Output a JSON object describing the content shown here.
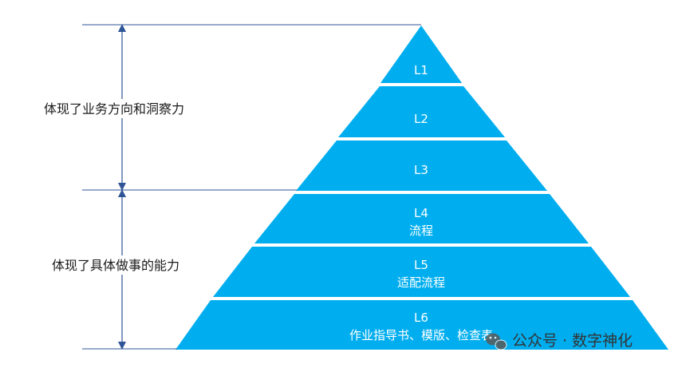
{
  "levels": [
    {
      "code": "L1",
      "label": ""
    },
    {
      "code": "L2",
      "label": ""
    },
    {
      "code": "L3",
      "label": ""
    },
    {
      "code": "L4",
      "label": "流程"
    },
    {
      "code": "L5",
      "label": "适配流程"
    },
    {
      "code": "L6",
      "label": "作业指导书、模版、检查表"
    }
  ],
  "brackets": {
    "upper": "体现了业务方向和洞察力",
    "lower": "体现了具体做事的能力"
  },
  "watermark": "公众号 · 数字神化",
  "colors": {
    "pyramid": "#00aeef",
    "bracket": "#2f5597"
  },
  "icons": {
    "watermark": "wechat-icon"
  }
}
